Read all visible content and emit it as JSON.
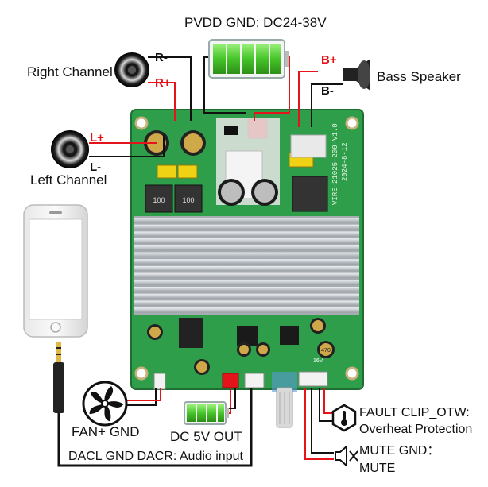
{
  "power": {
    "title": "PVDD GND: DC24-38V"
  },
  "right_channel": {
    "label": "Right Channel",
    "minus": "R-",
    "plus": "R+"
  },
  "left_channel": {
    "label": "Left Channel",
    "plus": "L+",
    "minus": "L-"
  },
  "bass": {
    "label": "Bass Speaker",
    "plus": "B+",
    "minus": "B-"
  },
  "board": {
    "version_text": "VIRE-21025-200-V1.0",
    "date_text": "2024-8-12",
    "inductor_code": "100",
    "cap_code": "470",
    "cap_voltage": "16V"
  },
  "fan": {
    "label": "FAN+ GND"
  },
  "dc5v": {
    "label": "DC 5V OUT"
  },
  "audio": {
    "label": "DACL GND DACR:  Audio input"
  },
  "fault": {
    "line1": "FAULT CLIP_OTW:",
    "line2": "Overheat Protection"
  },
  "mute": {
    "line1": "MUTE GND：",
    "line2": "MUTE"
  },
  "colors": {
    "pcb": "#2f9e4a",
    "heatsink": "#c9ccd1",
    "wire_red": "#e4141a",
    "wire_black": "#111111",
    "battery_green": "#4cd12c"
  }
}
